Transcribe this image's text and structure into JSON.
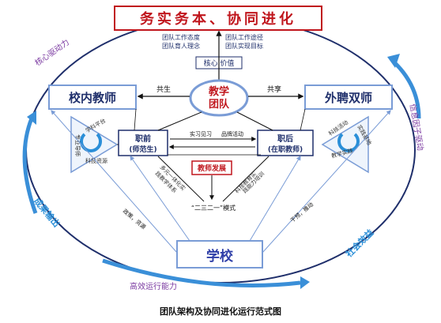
{
  "title": "务实务本、协同进化",
  "center": {
    "line1": "教学",
    "line2": "团队"
  },
  "core_value": "核心 价值",
  "left_box": "校内教师",
  "right_box": "外聘双师",
  "bottom_box": "学校",
  "pre_service": {
    "line1": "职前",
    "line2": "(师范生)"
  },
  "post_service": {
    "line1": "职后",
    "line2": "(在职教师)"
  },
  "teacher_dev": "教师发展",
  "model_label": "“二三二一”模式",
  "top_left_notes": [
    "团队工作态度",
    "团队育人理念"
  ],
  "top_right_notes": [
    "团队工作途径",
    "团队实现目标"
  ],
  "edge_labels": {
    "coexist": "共生",
    "share": "共享",
    "practice": "实习见习",
    "brand": "品牌活动",
    "policy": "政策，资源",
    "intervene": "干预，推动"
  },
  "diag_left": [
    "多元一体化实",
    "践教学体系"
  ],
  "diag_right": [
    "科技教育实",
    "践能力培训"
  ],
  "left_tri": {
    "a": "学科平台",
    "b": "科技资源",
    "c": "专业导师"
  },
  "right_tri": {
    "a": "科技活动",
    "b": "实践基地",
    "c": "教学实践"
  },
  "arc_labels": {
    "core_drive": "核心驱动力",
    "info_drive": "信息因子驱动",
    "output": "成果输出",
    "benefit": "社会效益",
    "efficiency": "高效运行能力"
  },
  "caption": "团队架构及协同进化运行范式图",
  "colors": {
    "accent_red": "#c0161d",
    "navy": "#1f2f6b",
    "purple": "#7b3aa1",
    "blue": "#2b8fd8"
  }
}
